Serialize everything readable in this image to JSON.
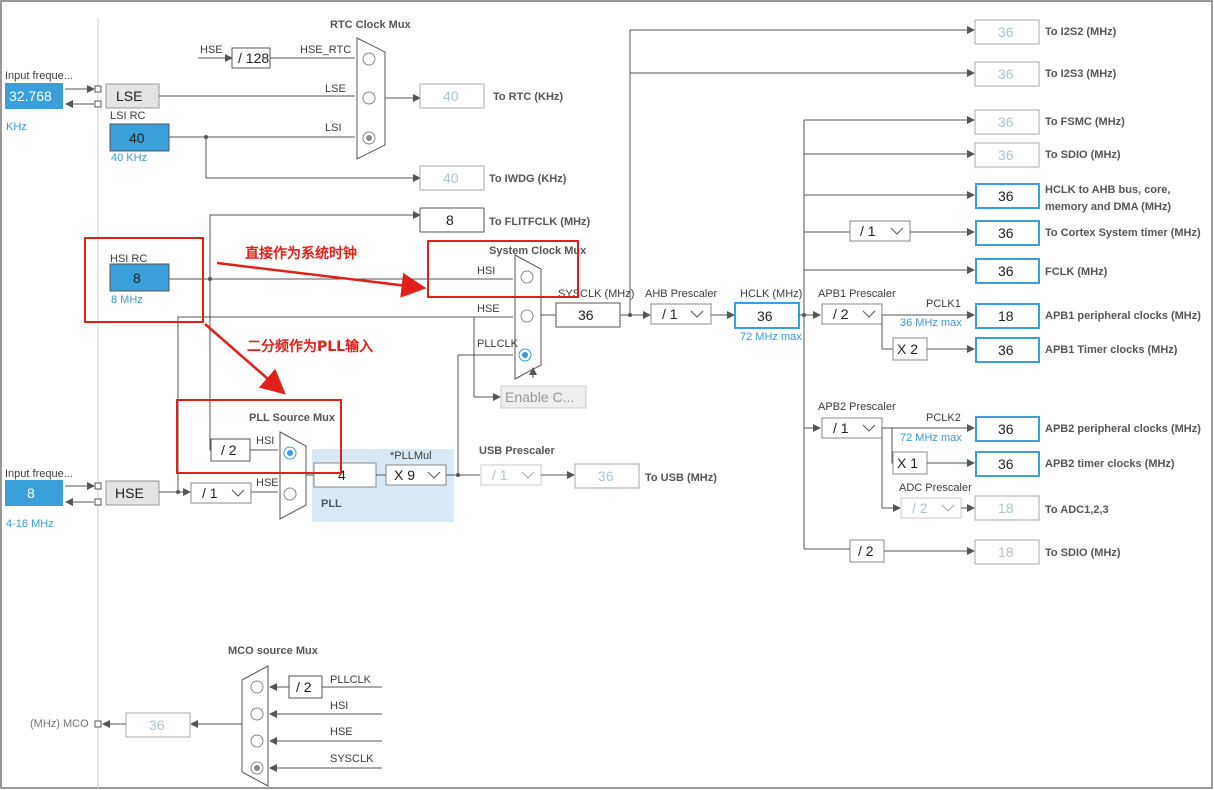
{
  "title": {
    "rtc_mux": "RTC Clock Mux",
    "sys_mux": "System Clock Mux",
    "pll_src_mux": "PLL Source Mux",
    "mco_mux": "MCO source Mux",
    "usb_prescaler": "USB Prescaler",
    "ahb_prescaler": "AHB Prescaler",
    "apb1_prescaler": "APB1 Prescaler",
    "apb2_prescaler": "APB2 Prescaler",
    "adc_prescaler": "ADC Prescaler",
    "pllmul": "*PLLMul",
    "pll": "PLL"
  },
  "lse": {
    "input_label": "Input freque...",
    "value": "32.768",
    "unit": "KHz",
    "block": "LSE"
  },
  "lsi": {
    "label": "LSI RC",
    "value": "40",
    "unit": "40 KHz"
  },
  "hsi": {
    "label": "HSI RC",
    "value": "8",
    "unit": "8 MHz"
  },
  "hse": {
    "input_label": "Input freque...",
    "value": "8",
    "unit": "4-16 MHz",
    "block": "HSE",
    "prediv": "/ 1"
  },
  "rtc": {
    "hse_label": "HSE",
    "div128": "/ 128",
    "hse_rtc": "HSE_RTC",
    "lse": "LSE",
    "lsi": "LSI",
    "out": "40",
    "out_label": "To RTC (KHz)"
  },
  "iwdg": {
    "out": "40",
    "label": "To IWDG (KHz)"
  },
  "flit": {
    "out": "8",
    "label": "To FLITFCLK (MHz)"
  },
  "sysmux": {
    "hsi": "HSI",
    "hse": "HSE",
    "pllclk": "PLLCLK",
    "sysclk_label": "SYSCLK (MHz)",
    "sysclk": "36",
    "enable": "Enable C..."
  },
  "pllsrc": {
    "div2": "/ 2",
    "hsi": "HSI",
    "hse": "HSE"
  },
  "pll": {
    "input": "4",
    "mul": "X 9"
  },
  "usb": {
    "div": "/ 1",
    "out": "36",
    "label": "To USB (MHz)"
  },
  "ahb": {
    "div": "/ 1",
    "hclk_label": "HCLK (MHz)",
    "hclk": "36",
    "hclk_max": "72 MHz max"
  },
  "apb1": {
    "div": "/ 2",
    "pclk1": "PCLK1",
    "max": "36 MHz max",
    "x2": "X 2"
  },
  "apb2": {
    "div": "/ 1",
    "pclk2": "PCLK2",
    "max": "72 MHz max",
    "x1": "X 1"
  },
  "adc": {
    "div": "/ 2"
  },
  "cortex": {
    "div": "/ 1"
  },
  "sdio2": {
    "div": "/ 2"
  },
  "outputs": {
    "i2s2": {
      "value": "36",
      "label": "To I2S2 (MHz)"
    },
    "i2s3": {
      "value": "36",
      "label": "To I2S3 (MHz)"
    },
    "fsmc": {
      "value": "36",
      "label": "To FSMC (MHz)"
    },
    "sdio": {
      "value": "36",
      "label": "To SDIO (MHz)"
    },
    "hclk_ahb": {
      "value": "36",
      "label1": "HCLK to AHB bus, core,",
      "label2": "memory and DMA (MHz)"
    },
    "cortex": {
      "value": "36",
      "label": "To Cortex System timer (MHz)"
    },
    "fclk": {
      "value": "36",
      "label": "FCLK (MHz)"
    },
    "apb1_periph": {
      "value": "18",
      "label": "APB1 peripheral clocks (MHz)"
    },
    "apb1_timer": {
      "value": "36",
      "label": "APB1 Timer clocks (MHz)"
    },
    "apb2_periph": {
      "value": "36",
      "label": "APB2 peripheral clocks (MHz)"
    },
    "apb2_timer": {
      "value": "36",
      "label": "APB2 timer clocks (MHz)"
    },
    "adc": {
      "value": "18",
      "label": "To ADC1,2,3"
    },
    "sdio2": {
      "value": "18",
      "label": "To SDIO (MHz)"
    }
  },
  "mco": {
    "div2": "/ 2",
    "pllclk": "PLLCLK",
    "hsi": "HSI",
    "hse": "HSE",
    "sysclk": "SYSCLK",
    "out": "36",
    "label": "(MHz) MCO"
  },
  "annotations": {
    "direct": "直接作为系统时钟",
    "half": "二分频作为PLL输入"
  },
  "colors": {
    "accent": "#3a9ad9",
    "input_fill": "#39a0d9",
    "annotation": "#e0201a",
    "pll_bg": "#d8e8f5"
  }
}
